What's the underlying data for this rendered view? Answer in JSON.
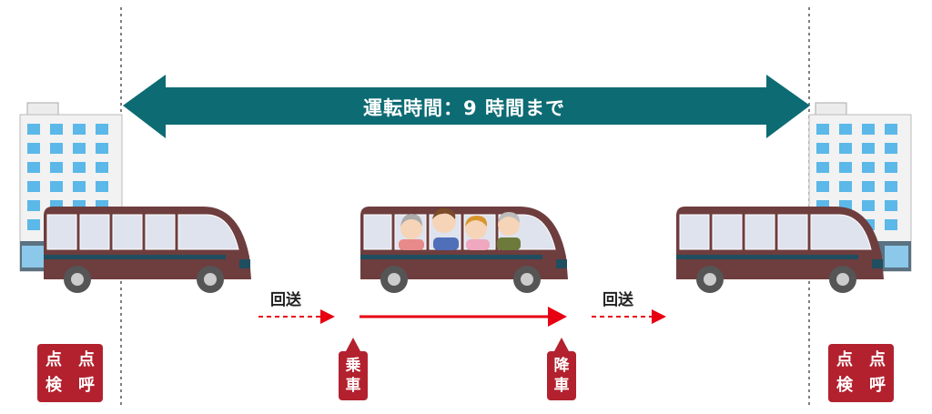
{
  "banner": {
    "text": "運転時間：9 時間まで",
    "color": "#0d6b73"
  },
  "transit": {
    "left": "回送",
    "right": "回送"
  },
  "boarding": {
    "board": [
      "乗",
      "車"
    ],
    "alight": [
      "降",
      "車"
    ]
  },
  "inspection": {
    "left": [
      "点",
      "点",
      "検",
      "呼"
    ],
    "right": [
      "点",
      "点",
      "検",
      "呼"
    ]
  },
  "colors": {
    "bus_body": "#6e3d3e",
    "badge": "#b3212e",
    "arrow": "#e60012",
    "building": "#eeeeee",
    "window": "#5bb8e8"
  }
}
